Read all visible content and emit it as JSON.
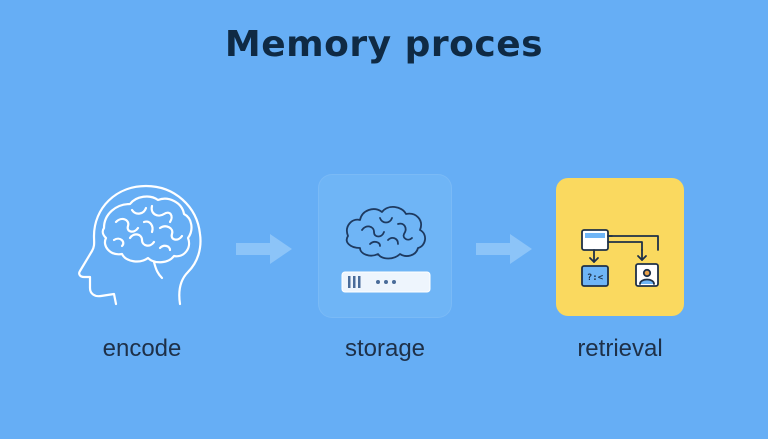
{
  "diagram": {
    "title": "Memory proces",
    "stages": [
      {
        "label": "encode",
        "icon": "head-brain-icon"
      },
      {
        "label": "storage",
        "icon": "brain-server-icon"
      },
      {
        "label": "retrieval",
        "icon": "flowchart-icon"
      }
    ],
    "retrieval_code": "?:<"
  },
  "colors": {
    "background": "#66aef5",
    "retrieval_box": "#fad95f",
    "title": "#0f2a44"
  }
}
